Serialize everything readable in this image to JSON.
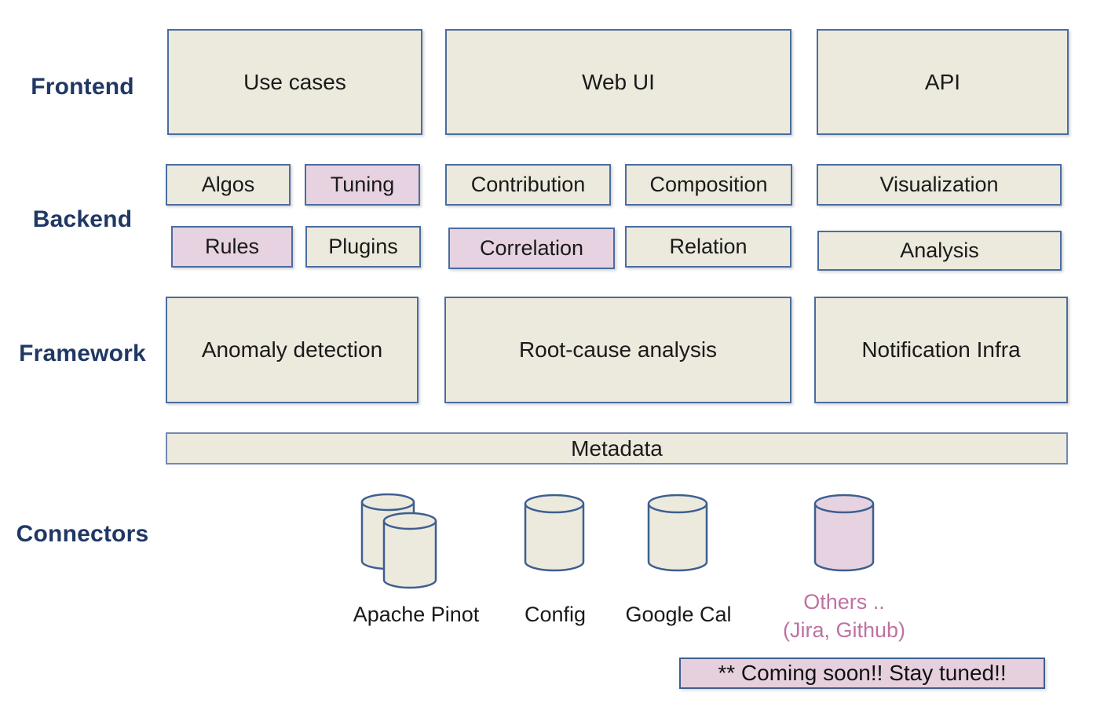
{
  "layer_labels": {
    "frontend": "Frontend",
    "backend": "Backend",
    "framework": "Framework",
    "connectors": "Connectors"
  },
  "frontend_row": {
    "use_cases": "Use cases",
    "web_ui": "Web UI",
    "api": "API"
  },
  "backend_row1": [
    {
      "label": "Algos",
      "variant": "beige"
    },
    {
      "label": "Tuning",
      "variant": "pink"
    },
    {
      "label": "Contribution",
      "variant": "beige"
    },
    {
      "label": "Composition",
      "variant": "beige"
    },
    {
      "label": "Visualization",
      "variant": "beige"
    }
  ],
  "backend_row2": [
    {
      "label": "Rules",
      "variant": "pink"
    },
    {
      "label": "Plugins",
      "variant": "beige"
    },
    {
      "label": "Correlation",
      "variant": "pink"
    },
    {
      "label": "Relation",
      "variant": "beige"
    },
    {
      "label": "Analysis",
      "variant": "beige"
    }
  ],
  "framework_row": {
    "anomaly_detection": "Anomaly detection",
    "root_cause": "Root-cause analysis",
    "notification": "Notification Infra"
  },
  "metadata_bar": "Metadata",
  "connectors": [
    {
      "label": "Apache Pinot",
      "icon": "database-double-icon",
      "variant": "beige"
    },
    {
      "label": "Config",
      "icon": "database-icon",
      "variant": "beige"
    },
    {
      "label": "Google Cal",
      "icon": "database-icon",
      "variant": "beige"
    },
    {
      "label": "Others ..",
      "sublabel": "(Jira, Github)",
      "icon": "database-icon",
      "variant": "pink"
    }
  ],
  "banner": "** Coming soon!! Stay tuned!!",
  "colors": {
    "box_fill_beige": "#ECE9DD",
    "box_fill_pink": "#E6D2E0",
    "box_border": "#4A6DA0",
    "layer_label_text": "#1F3864",
    "pink_text": "#BE72A2",
    "body_text": "#1A1A1A"
  }
}
